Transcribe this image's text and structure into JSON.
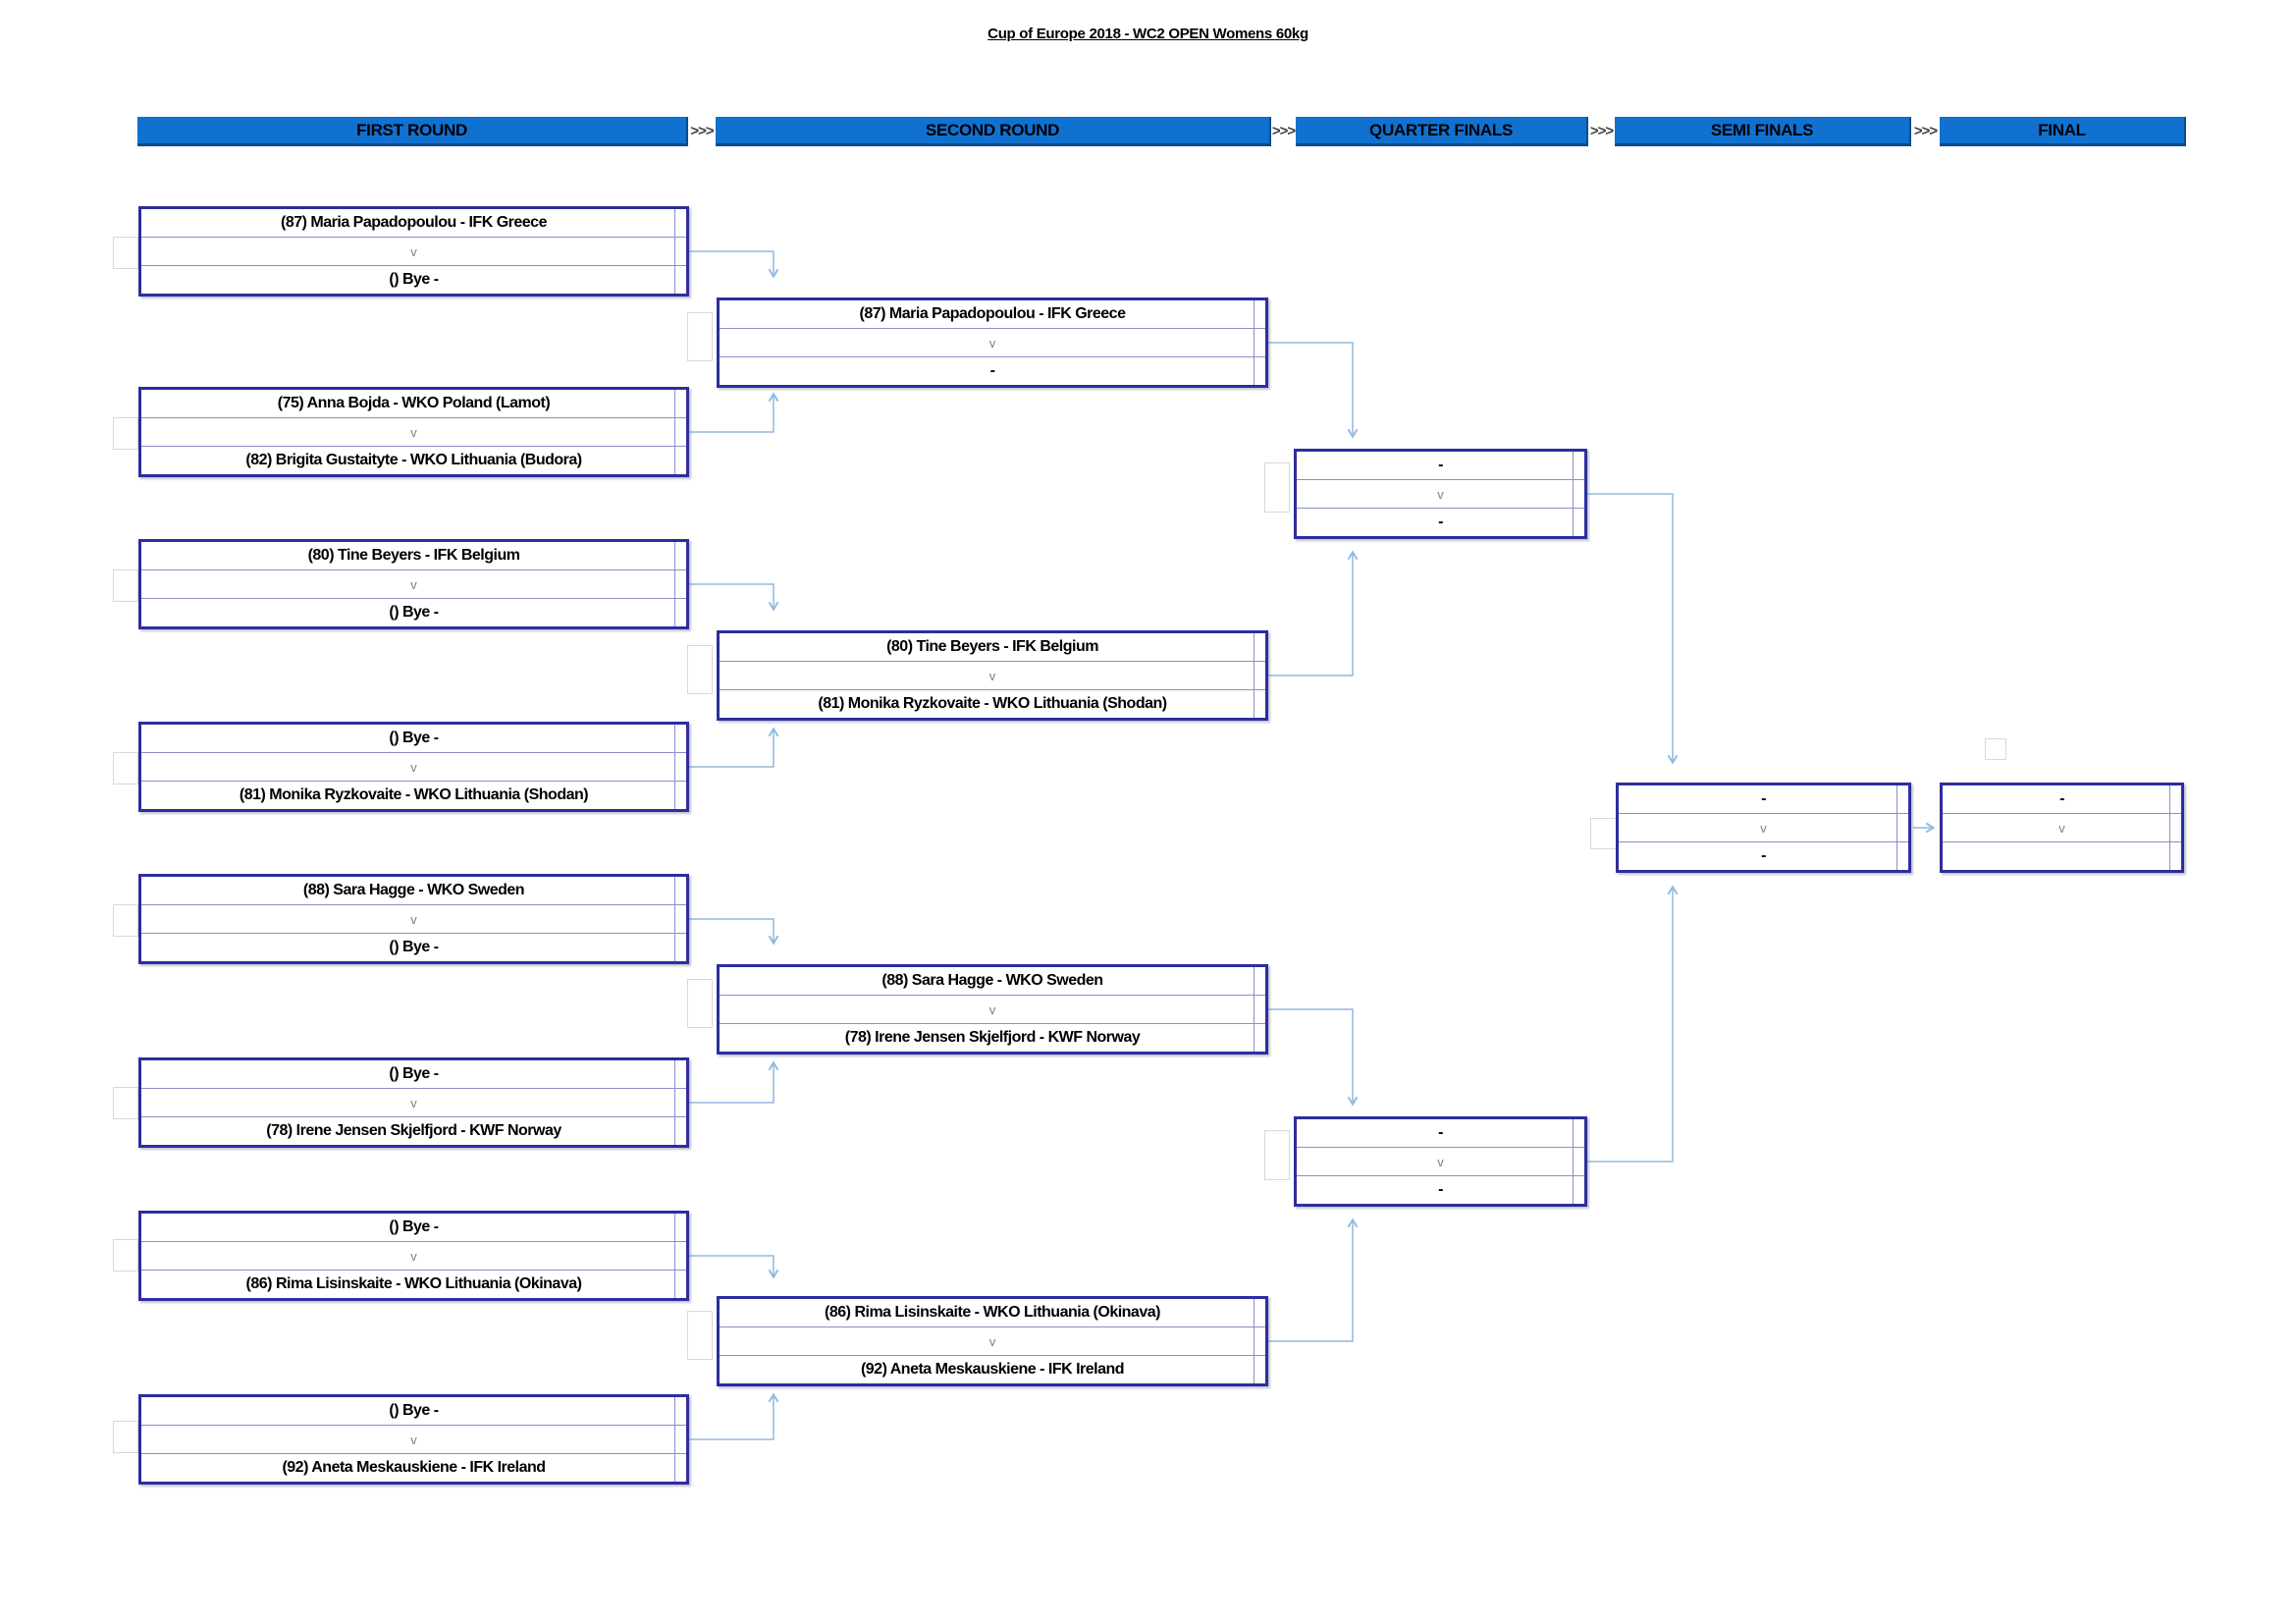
{
  "title": "Cup of Europe 2018 - WC2 OPEN Womens 60kg",
  "round_separator": ">>>",
  "rounds": [
    {
      "label": "FIRST ROUND"
    },
    {
      "label": "SECOND ROUND"
    },
    {
      "label": "QUARTER FINALS"
    },
    {
      "label": "SEMI FINALS"
    },
    {
      "label": "FINAL"
    }
  ],
  "matches": {
    "first_round": [
      {
        "top": "(87) Maria Papadopoulou - IFK Greece",
        "vs": "v",
        "bottom": "() Bye -"
      },
      {
        "top": "(75) Anna Bojda - WKO Poland (Lamot)",
        "vs": "v",
        "bottom": "(82) Brigita Gustaityte - WKO Lithuania (Budora)"
      },
      {
        "top": "(80) Tine Beyers - IFK Belgium",
        "vs": "v",
        "bottom": "() Bye -"
      },
      {
        "top": "() Bye -",
        "vs": "v",
        "bottom": "(81) Monika Ryzkovaite - WKO Lithuania (Shodan)"
      },
      {
        "top": "(88) Sara Hagge - WKO Sweden",
        "vs": "v",
        "bottom": "() Bye -"
      },
      {
        "top": "() Bye -",
        "vs": "v",
        "bottom": "(78) Irene Jensen Skjelfjord - KWF Norway"
      },
      {
        "top": "() Bye -",
        "vs": "v",
        "bottom": "(86) Rima Lisinskaite - WKO Lithuania (Okinava)"
      },
      {
        "top": "() Bye -",
        "vs": "v",
        "bottom": "(92) Aneta Meskauskiene - IFK Ireland"
      }
    ],
    "second_round": [
      {
        "top": "(87) Maria Papadopoulou - IFK Greece",
        "vs": "v",
        "bottom": "-"
      },
      {
        "top": "(80) Tine Beyers - IFK Belgium",
        "vs": "v",
        "bottom": "(81) Monika Ryzkovaite - WKO Lithuania (Shodan)"
      },
      {
        "top": "(88) Sara Hagge - WKO Sweden",
        "vs": "v",
        "bottom": "(78) Irene Jensen Skjelfjord - KWF Norway"
      },
      {
        "top": "(86) Rima Lisinskaite - WKO Lithuania (Okinava)",
        "vs": "v",
        "bottom": "(92) Aneta Meskauskiene - IFK Ireland"
      }
    ],
    "quarter_finals": [
      {
        "top": "-",
        "vs": "v",
        "bottom": "-"
      },
      {
        "top": "-",
        "vs": "v",
        "bottom": "-"
      }
    ],
    "semi_finals": [
      {
        "top": "-",
        "vs": "v",
        "bottom": "-"
      }
    ],
    "final": [
      {
        "top": "-",
        "vs": "v",
        "bottom": ""
      }
    ]
  },
  "colors": {
    "header_bg": "#1171d0",
    "box_border": "#2d2d9e",
    "row_divider": "#8d8dc9",
    "connector": "#92b9e0",
    "versus_text": "#7f7f7f"
  }
}
